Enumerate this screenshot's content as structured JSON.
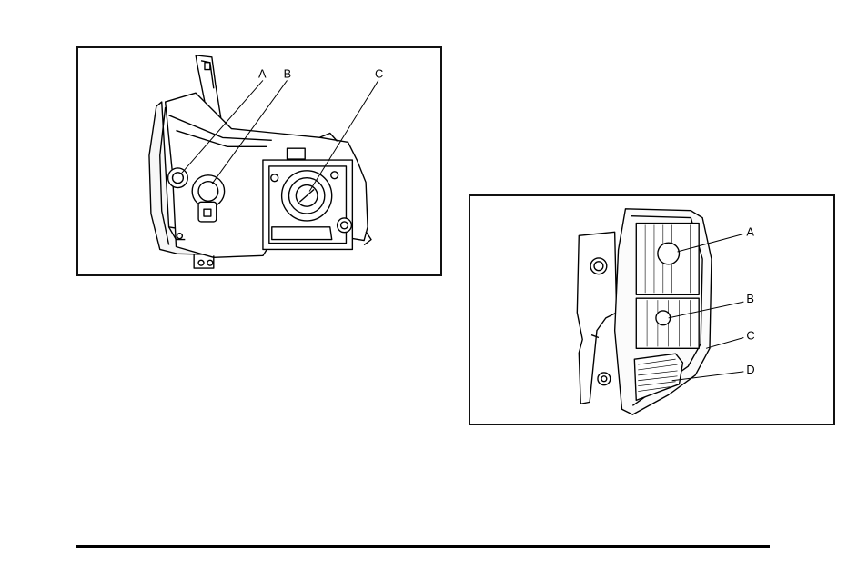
{
  "figures": [
    {
      "callouts": [
        "A",
        "B",
        "C"
      ]
    },
    {
      "callouts": [
        "A",
        "B",
        "C",
        "D"
      ]
    }
  ]
}
